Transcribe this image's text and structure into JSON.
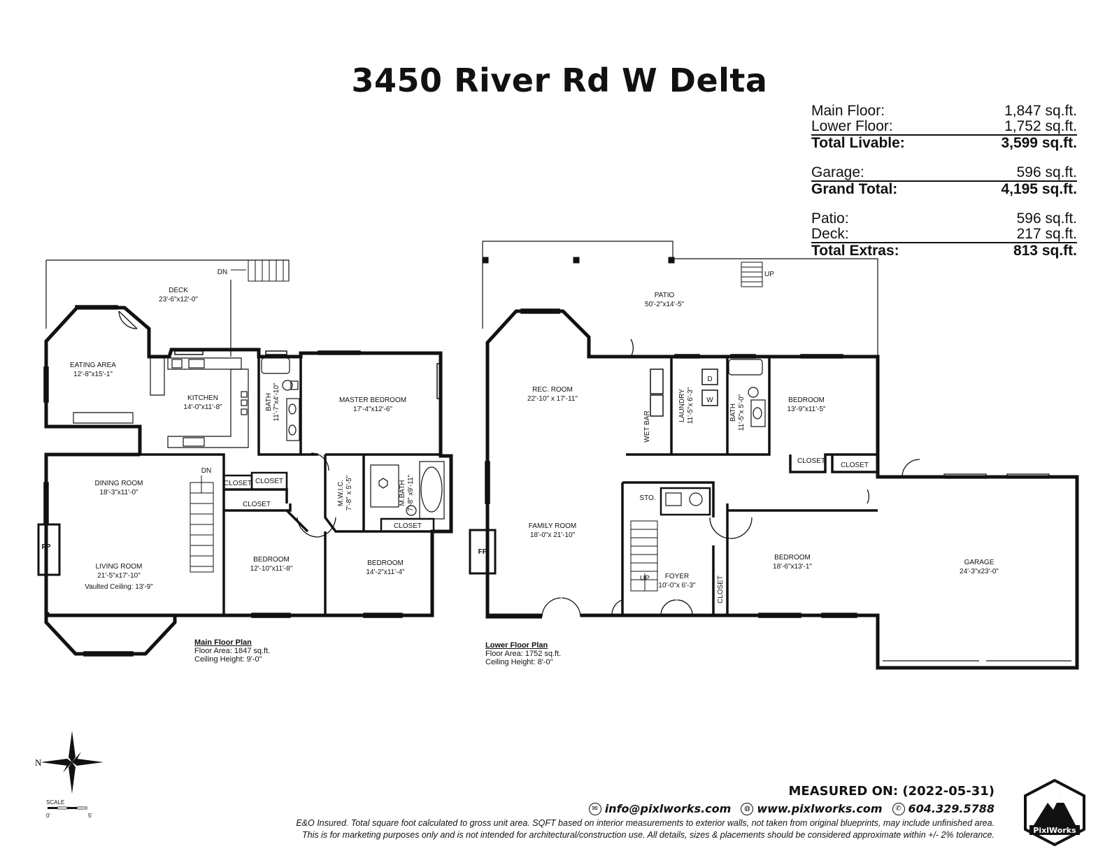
{
  "title": "3450 River Rd W Delta",
  "areas": {
    "group1": [
      {
        "label": "Main Floor:",
        "value": "1,847 sq.ft."
      },
      {
        "label": "Lower Floor:",
        "value": "1,752 sq.ft."
      },
      {
        "label": "Total Livable:",
        "value": "3,599 sq.ft.",
        "total": true
      }
    ],
    "group2": [
      {
        "label": "Garage:",
        "value": "596 sq.ft."
      },
      {
        "label": "Grand Total:",
        "value": "4,195 sq.ft.",
        "total": true
      }
    ],
    "group3": [
      {
        "label": "Patio:",
        "value": "596 sq.ft."
      },
      {
        "label": "Deck:",
        "value": "217 sq.ft."
      },
      {
        "label": "Total Extras:",
        "value": "813 sq.ft.",
        "total": true
      }
    ]
  },
  "main_floor": {
    "caption_title": "Main Floor Plan",
    "floor_area": "Floor Area: 1847 sq.ft.",
    "ceiling": "Ceiling Height: 9'-0\"",
    "rooms": {
      "deck": {
        "name": "DECK",
        "dim": "23'-6\"x12'-0\""
      },
      "eating": {
        "name": "EATING AREA",
        "dim": "12'-8\"x15'-1\""
      },
      "kitchen": {
        "name": "KITCHEN",
        "dim": "14'-0\"x11'-8\""
      },
      "bath": {
        "name": "BATH",
        "dim": "11'-7\"x4'-10\""
      },
      "master": {
        "name": "MASTER BEDROOM",
        "dim": "17'-4\"x12'-6\""
      },
      "dining": {
        "name": "DINING ROOM",
        "dim": "18'-3\"x11'-0\""
      },
      "living": {
        "name": "LIVING ROOM",
        "dim": "21'-5\"x17'-10\"",
        "note": "Vaulted Ceiling: 13'-9\""
      },
      "bed1": {
        "name": "BEDROOM",
        "dim": "12'-10\"x11'-8\""
      },
      "bed2": {
        "name": "BEDROOM",
        "dim": "14'-2\"x11'-4\""
      },
      "mwic": {
        "name": "M.W.I.C.",
        "dim": "7'-8\" x 5'-5\""
      },
      "mbath": {
        "name": "M.BATH",
        "dim": "7'-8\" x9'-11\""
      },
      "closet": "CLOSET",
      "dn": "DN",
      "fp": "FP"
    }
  },
  "lower_floor": {
    "caption_title": "Lower Floor Plan",
    "floor_area": "Floor Area: 1752 sq.ft.",
    "ceiling": "Ceiling Height: 8'-0\"",
    "rooms": {
      "patio": {
        "name": "PATIO",
        "dim": "50'-2\"x14'-5\""
      },
      "rec": {
        "name": "REC. ROOM",
        "dim": "22'-10\" x 17'-11\""
      },
      "family": {
        "name": "FAMILY ROOM",
        "dim": "18'-0\"x 21'-10\""
      },
      "wetbar": "WET BAR",
      "laundry": {
        "name": "LAUNDRY",
        "dim": "11'-5\"x 6'-3\""
      },
      "bath": {
        "name": "BATH",
        "dim": "11'-5\"x 5'-0\""
      },
      "bed1": {
        "name": "BEDROOM",
        "dim": "13'-9\"x11'-5\""
      },
      "bed2": {
        "name": "BEDROOM",
        "dim": "18'-6\"x13'-1\""
      },
      "foyer": {
        "name": "FOYER",
        "dim": "10'-0\"x 6'-3\""
      },
      "garage": {
        "name": "GARAGE",
        "dim": "24'-3\"x23'-0\""
      },
      "sto": "STO.",
      "closet": "CLOSET",
      "up": "UP",
      "fp": "FP",
      "d": "D",
      "w": "W"
    }
  },
  "footer": {
    "measured": "MEASURED ON: (2022-05-31)",
    "email": "info@pixlworks.com",
    "web": "www.pixlworks.com",
    "phone": "604.329.5788",
    "disclaimer1": "E&O Insured.  Total square foot calculated to gross unit area. SQFT based on interior measurements to exterior walls, not taken from original blueprints, may include unfinished area.",
    "disclaimer2": "This is for marketing purposes only and is not intended for architectural/construction use.  All details, sizes & placements should be considered approximate within +/- 2%  tolerance.",
    "logo_text": "PixlWorks",
    "north": "N",
    "scale": "SCALE",
    "scale_0": "0'",
    "scale_5": "5'"
  }
}
